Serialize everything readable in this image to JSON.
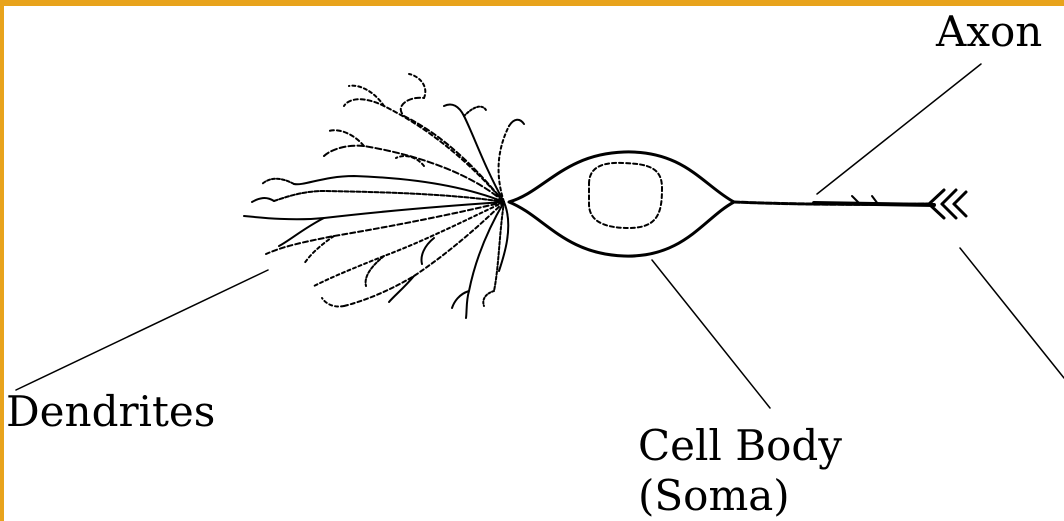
{
  "diagram": {
    "labels": {
      "axon": "Axon",
      "dendrites": "Dendrites",
      "cell_body_line1": "Cell Body",
      "cell_body_line2": "(Soma)"
    },
    "colors": {
      "frame": "#e8a31c",
      "background": "#ffffff",
      "ink": "#000000"
    }
  }
}
